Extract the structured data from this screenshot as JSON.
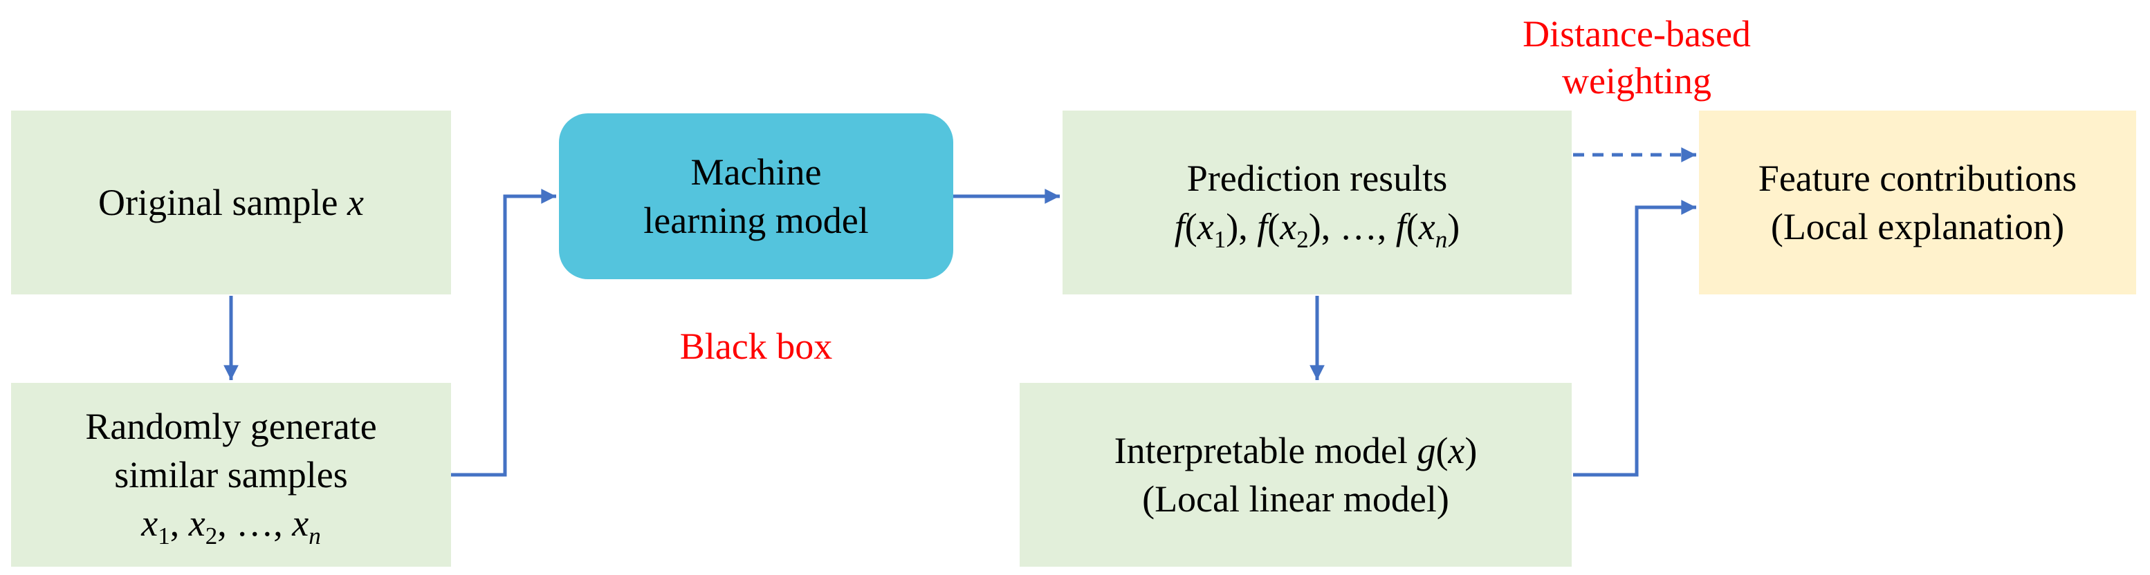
{
  "diagram": {
    "nodes": {
      "original_sample": {
        "segments": [
          {
            "t": "Original sample ",
            "i": 0
          },
          {
            "t": "x",
            "i": 1
          }
        ]
      },
      "random_samples": {
        "line1": "Randomly generate",
        "line2": "similar samples",
        "line3_segments": [
          {
            "t": "x",
            "i": 1
          },
          {
            "t": "1",
            "sub": 1
          },
          {
            "t": ", ",
            "i": 0
          },
          {
            "t": "x",
            "i": 1
          },
          {
            "t": "2",
            "sub": 1
          },
          {
            "t": ", …, ",
            "i": 0
          },
          {
            "t": "x",
            "i": 1
          },
          {
            "t": "n",
            "i": 1,
            "sub": 1
          }
        ]
      },
      "ml_model": {
        "line1": "Machine",
        "line2": "learning model"
      },
      "black_box_label": "Black box",
      "prediction_results": {
        "line1": "Prediction results",
        "line2_segments": [
          {
            "t": "f",
            "i": 1
          },
          {
            "t": "(",
            "i": 0
          },
          {
            "t": "x",
            "i": 1
          },
          {
            "t": "1",
            "sub": 1
          },
          {
            "t": "), ",
            "i": 0
          },
          {
            "t": "f",
            "i": 1
          },
          {
            "t": "(",
            "i": 0
          },
          {
            "t": "x",
            "i": 1
          },
          {
            "t": "2",
            "sub": 1
          },
          {
            "t": "), …, ",
            "i": 0
          },
          {
            "t": "f",
            "i": 1
          },
          {
            "t": "(",
            "i": 0
          },
          {
            "t": "x",
            "i": 1
          },
          {
            "t": "n",
            "i": 1,
            "sub": 1
          },
          {
            "t": ")",
            "i": 0
          }
        ]
      },
      "interpretable_model": {
        "line1_segments": [
          {
            "t": "Interpretable model ",
            "i": 0
          },
          {
            "t": "g",
            "i": 1
          },
          {
            "t": "(",
            "i": 0
          },
          {
            "t": "x",
            "i": 1
          },
          {
            "t": ")",
            "i": 0
          }
        ],
        "line2": "(Local linear model)"
      },
      "feature_contributions": {
        "line1": "Feature contributions",
        "line2": "(Local explanation)"
      }
    },
    "labels": {
      "distance_weighting_line1": "Distance-based",
      "distance_weighting_line2": "weighting"
    },
    "colors": {
      "node_green": "#E2EFDA",
      "node_teal": "#54C4DD",
      "node_yellow": "#FFF2CC",
      "arrow_blue": "#4472C4",
      "label_red": "#FF0000",
      "text_black": "#000000"
    }
  }
}
